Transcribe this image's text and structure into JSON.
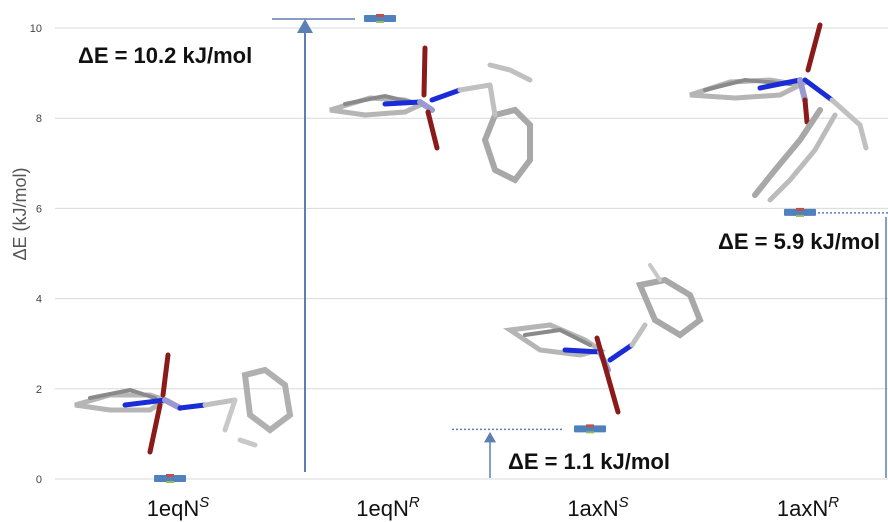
{
  "chart_data": {
    "type": "scatter",
    "ylabel": "ΔE (kJ/mol)",
    "ylim": [
      0,
      10
    ],
    "yticks": [
      0,
      2,
      4,
      6,
      8,
      10
    ],
    "grid": true,
    "categories": [
      {
        "base": "1eqN",
        "sup": "S"
      },
      {
        "base": "1eqN",
        "sup": "R"
      },
      {
        "base": "1axN",
        "sup": "S"
      },
      {
        "base": "1axN",
        "sup": "R"
      }
    ],
    "values": [
      0,
      10.2,
      1.1,
      5.9
    ],
    "annotations": [
      {
        "text": "ΔE = 10.2 kJ/mol",
        "value": 10.2
      },
      {
        "text": "ΔE = 5.9 kJ/mol",
        "value": 5.9
      },
      {
        "text": "ΔE = 1.1 kJ/mol",
        "value": 1.1
      }
    ]
  }
}
